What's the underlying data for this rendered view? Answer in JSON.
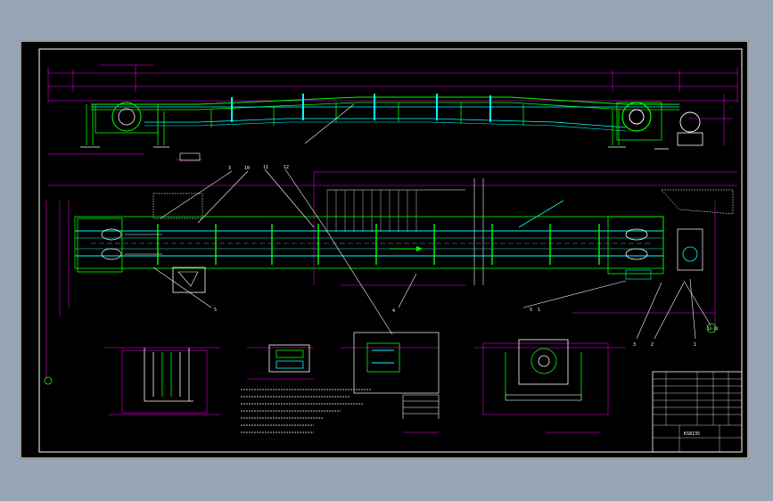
{
  "drawing_number": "KS8135",
  "item_numbers": [
    "3",
    "10",
    "11",
    "12",
    "4",
    "5",
    "5",
    "1",
    "3",
    "2",
    "1",
    "13-14"
  ],
  "colors": {
    "background": "#97a5b6",
    "sheet": "#000000",
    "frame": "#ffffff",
    "dimension": "#ff00ff",
    "structure": "#00ff00",
    "belt": "#00ffff",
    "annotation": "#ffffff",
    "hatch": "#ffffff"
  }
}
